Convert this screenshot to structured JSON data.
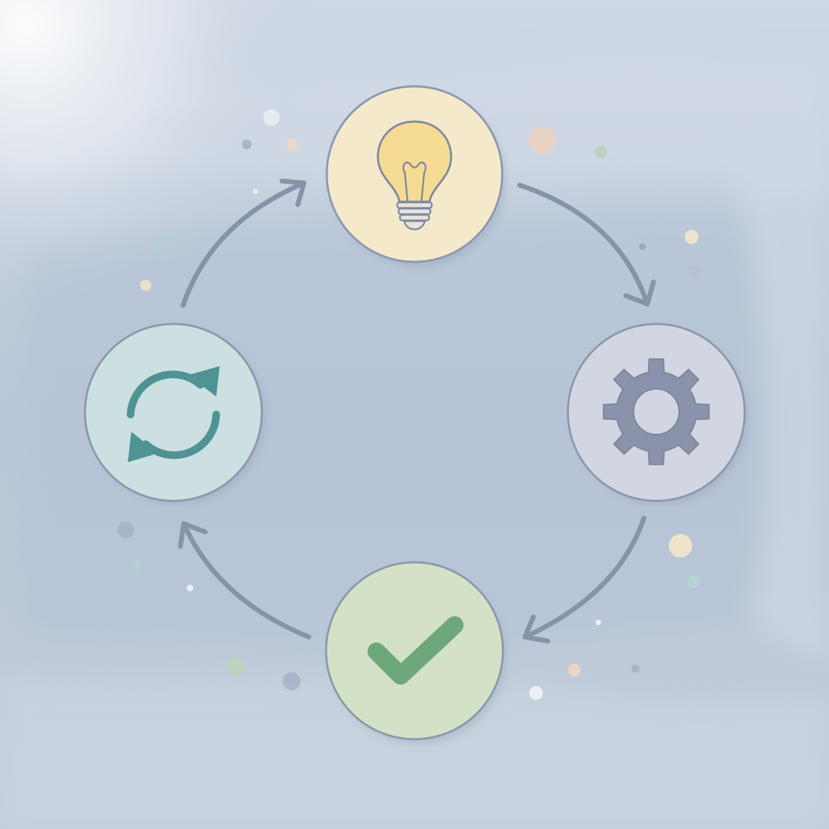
{
  "diagram": {
    "type": "cycle",
    "direction": "clockwise",
    "nodes": [
      {
        "id": "idea",
        "icon": "lightbulb-icon",
        "fill": "#f4eacb",
        "stroke": "#8d98ab",
        "icon_color": "#7e8aa0",
        "accent": "#f6dc93"
      },
      {
        "id": "process",
        "icon": "gear-icon",
        "fill": "#d2d6e3",
        "stroke": "#8d98ab",
        "icon_color": "#8a93a9"
      },
      {
        "id": "done",
        "icon": "checkmark-icon",
        "fill": "#d3e2c6",
        "stroke": "#8d98ab",
        "icon_color": "#6ea87a"
      },
      {
        "id": "repeat",
        "icon": "refresh-icon",
        "fill": "#cce0e1",
        "stroke": "#8d98ab",
        "icon_color": "#4f9394"
      }
    ],
    "arrows": [
      {
        "from": "idea",
        "to": "process"
      },
      {
        "from": "process",
        "to": "done"
      },
      {
        "from": "done",
        "to": "repeat"
      },
      {
        "from": "repeat",
        "to": "idea"
      }
    ],
    "arrow_color": "#8793a8",
    "background_color": "#c3cedd"
  }
}
